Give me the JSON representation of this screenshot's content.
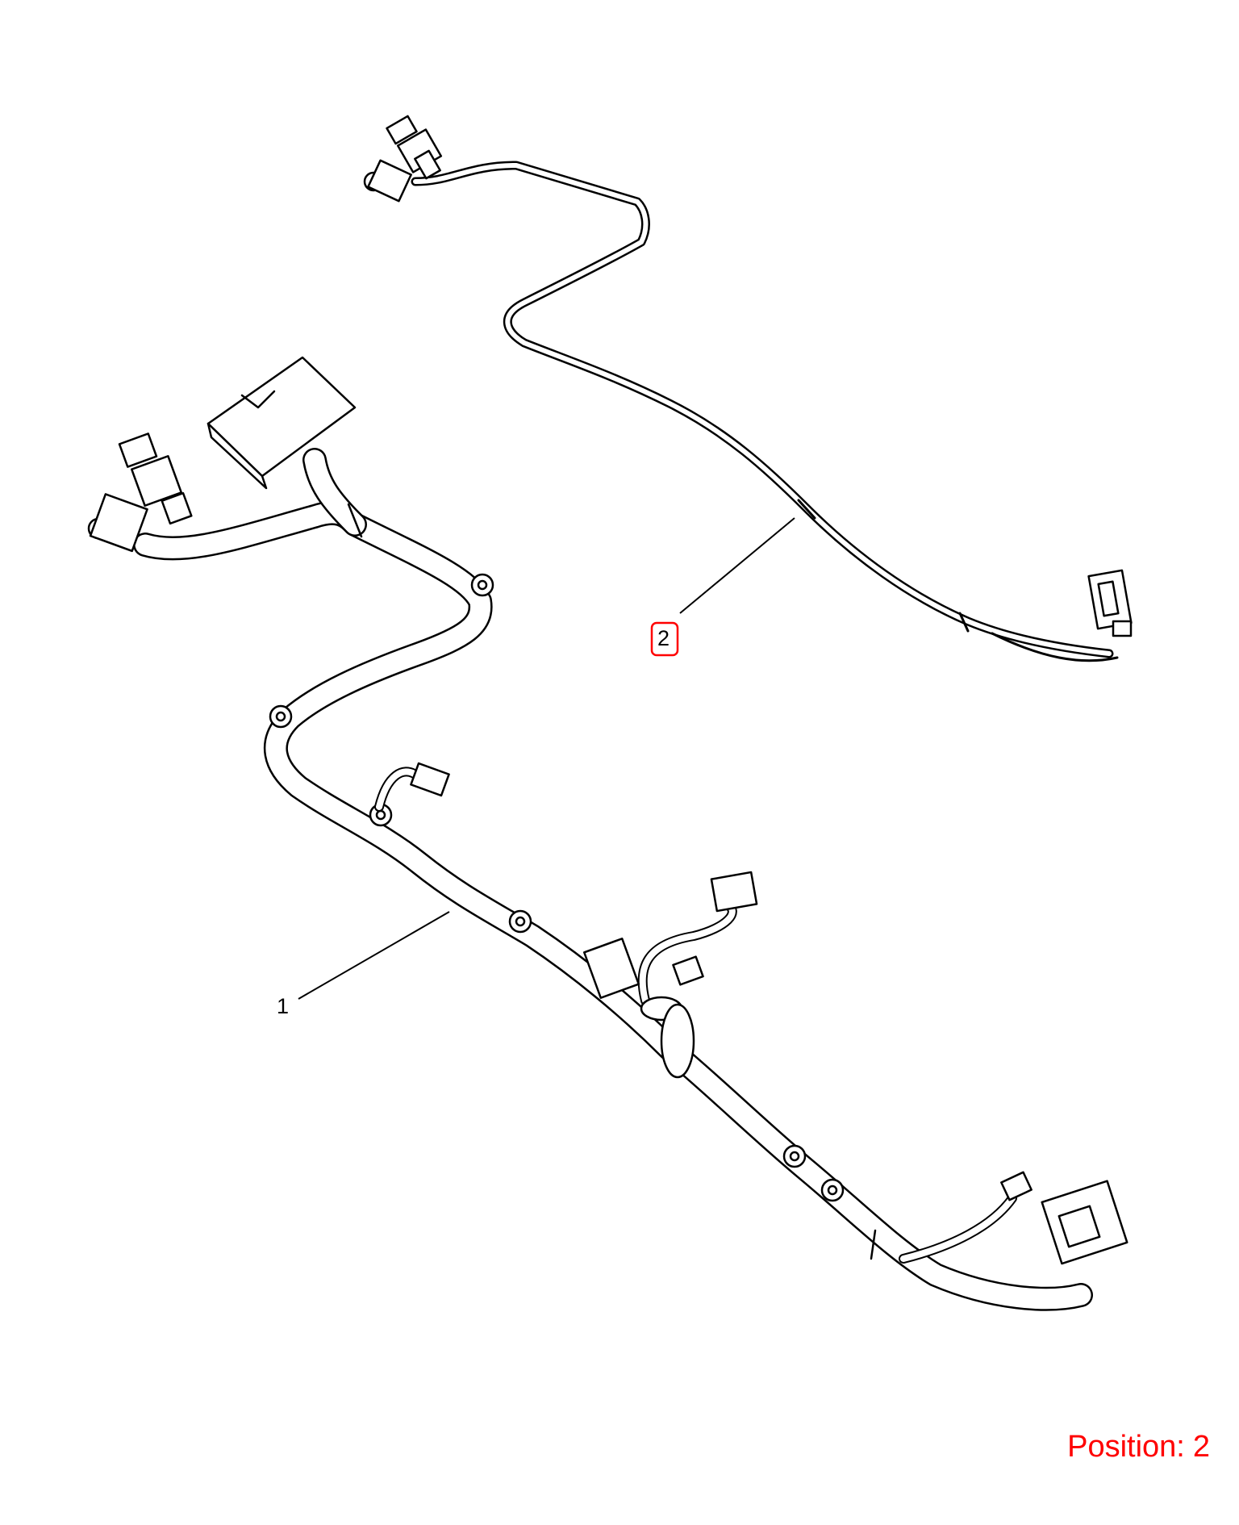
{
  "colors": {
    "line": "#000000",
    "highlight": "#ff0000",
    "position_text": "#ff0000",
    "background": "#ffffff"
  },
  "callouts": {
    "item_1": "1",
    "item_2": "2"
  },
  "highlighted_callout": "2",
  "position_label": {
    "prefix": "Position:",
    "value": "2"
  }
}
